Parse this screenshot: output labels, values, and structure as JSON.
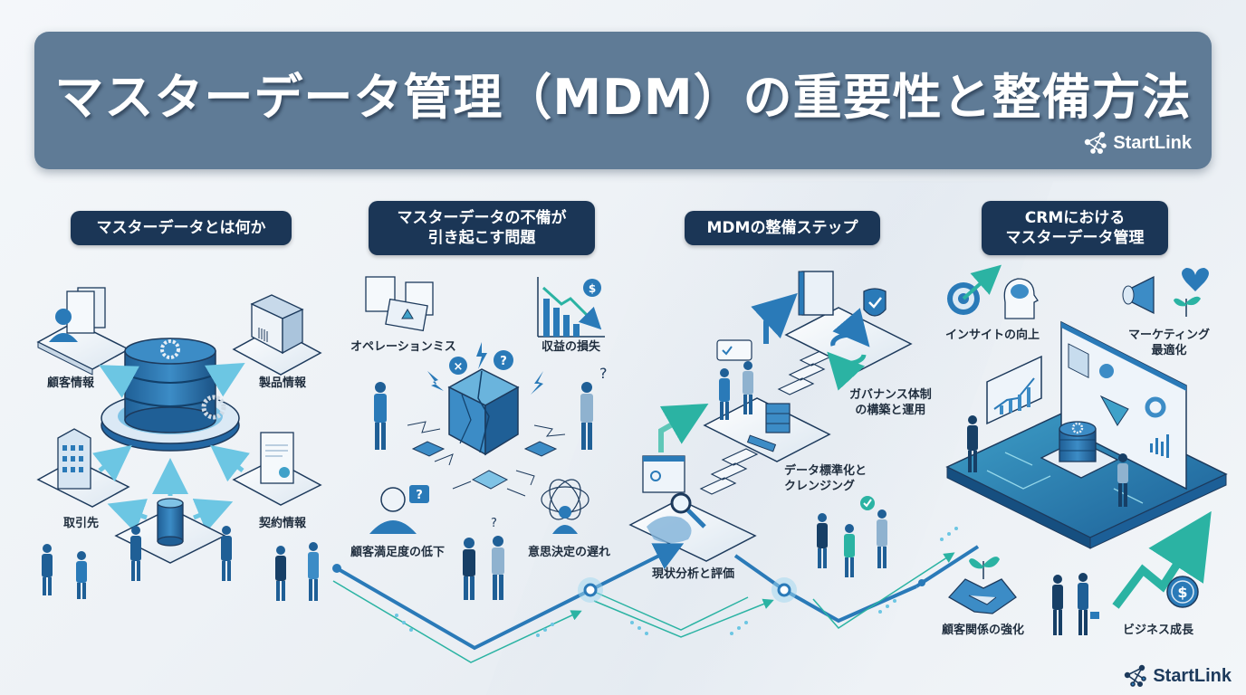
{
  "header": {
    "title": "マスターデータ管理（MDM）の重要性と整備方法",
    "brand": "StartLink"
  },
  "footer": {
    "brand": "StartLink"
  },
  "colors": {
    "header_bg": "#5f7b96",
    "label_bg": "#1b3656",
    "accent_blue": "#2a7ab8",
    "accent_teal": "#2bb3a3"
  },
  "sections": [
    {
      "title": "マスターデータとは何か",
      "items": [
        "顧客情報",
        "製品情報",
        "取引先",
        "契約情報"
      ]
    },
    {
      "title_line1": "マスターデータの不備が",
      "title_line2": "引き起こす問題",
      "items": [
        "オペレーションミス",
        "収益の損失",
        "顧客満足度の低下",
        "意思決定の遅れ"
      ]
    },
    {
      "title": "MDMの整備ステップ",
      "steps": [
        "現状分析と評価",
        "データ標準化と",
        "クレンジング",
        "ガバナンス体制",
        "の構築と運用"
      ]
    },
    {
      "title_line1": "CRMにおける",
      "title_line2": "マスターデータ管理",
      "items": [
        "インサイトの向上",
        "マーケティング",
        "最適化",
        "顧客関係の強化",
        "ビジネス成長"
      ]
    }
  ]
}
